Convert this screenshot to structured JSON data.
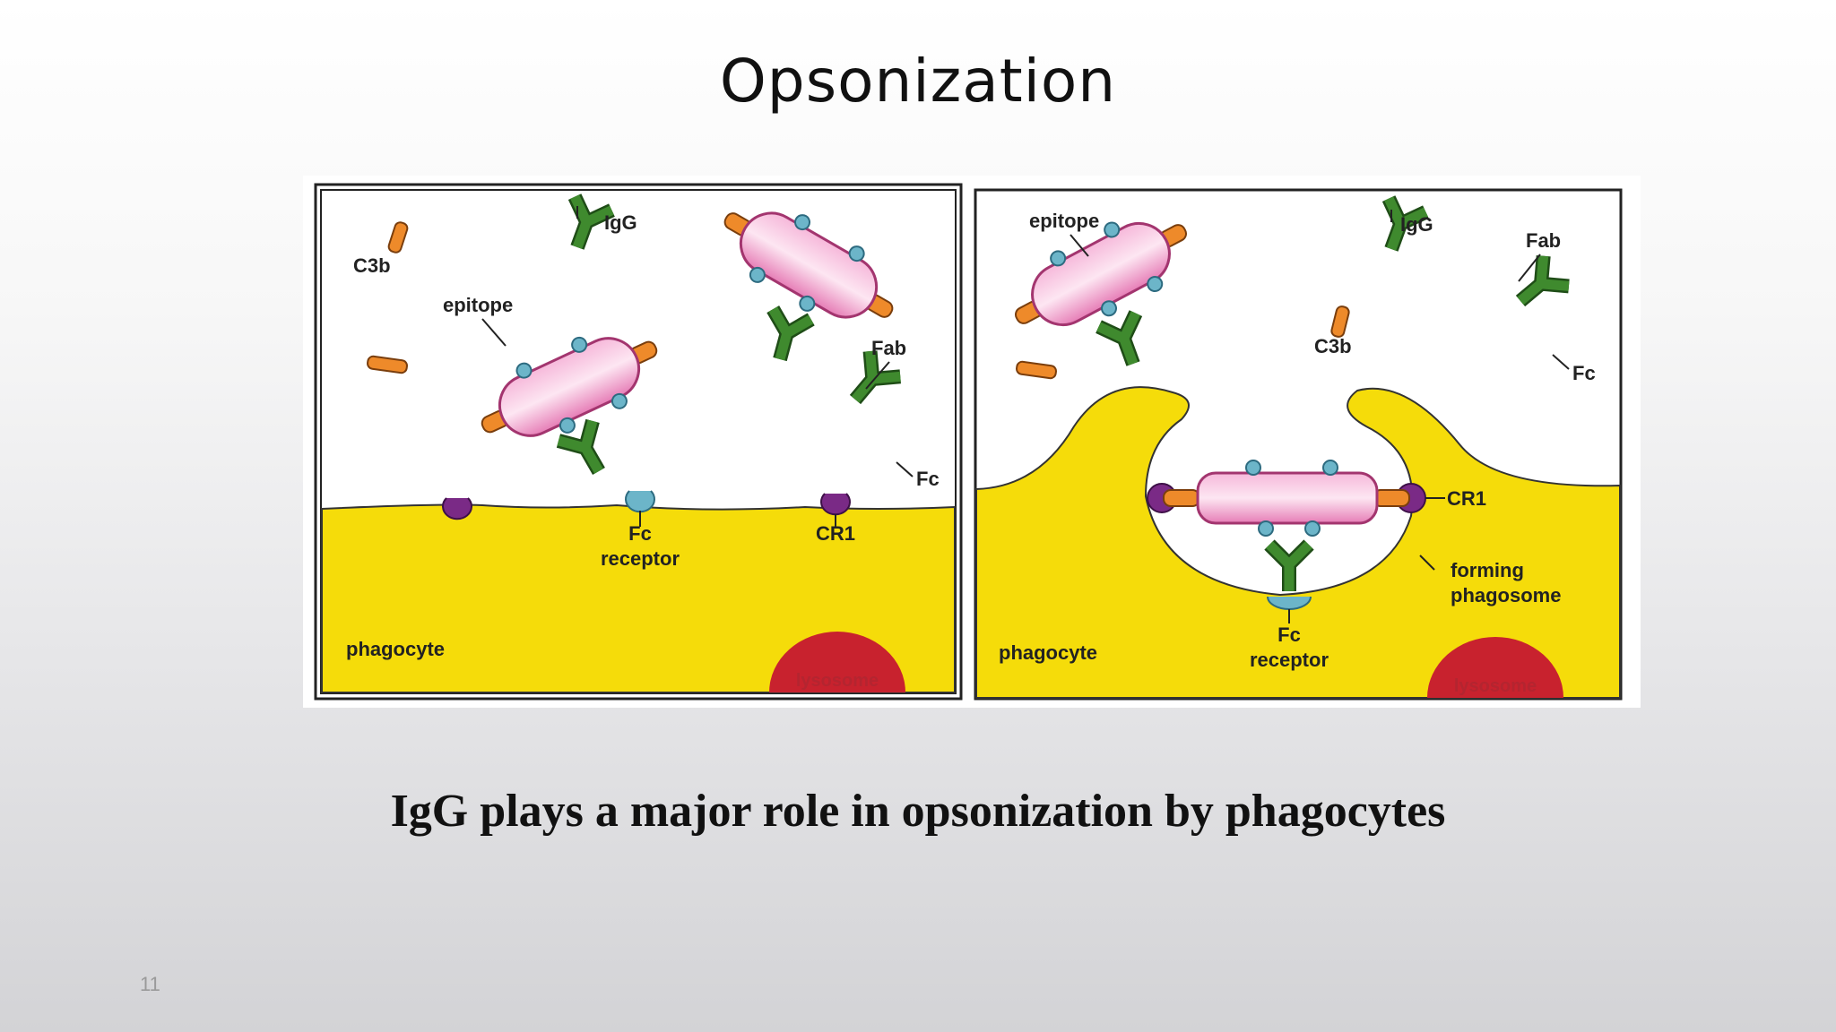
{
  "slide": {
    "title": "Opsonization",
    "caption": "IgG plays a major role in opsonization by phagocytes",
    "page_number": "11"
  },
  "left_panel": {
    "labels": {
      "c3b": "C3b",
      "igg": "IgG",
      "epitope": "epitope",
      "fab": "Fab",
      "fc": "Fc",
      "fc_receptor_line1": "Fc",
      "fc_receptor_line2": "receptor",
      "cr1": "CR1",
      "phagocyte": "phagocyte",
      "lysosome": "lysosome"
    }
  },
  "right_panel": {
    "labels": {
      "epitope": "epitope",
      "igg": "IgG",
      "fab": "Fab",
      "c3b": "C3b",
      "fc": "Fc",
      "cr1": "CR1",
      "forming_line1": "forming",
      "forming_line2": "phagosome",
      "fc_receptor_line1": "Fc",
      "fc_receptor_line2": "receptor",
      "phagocyte": "phagocyte",
      "lysosome": "lysosome"
    }
  },
  "colors": {
    "phagocyte": "#f5dc0a",
    "lysosome": "#c8222e",
    "antibody": "#3f8a2e",
    "antigen": "#f09cc8",
    "c3b": "#ee8a2a",
    "epitope": "#6cb5c9",
    "cr1": "#7a2a86"
  }
}
